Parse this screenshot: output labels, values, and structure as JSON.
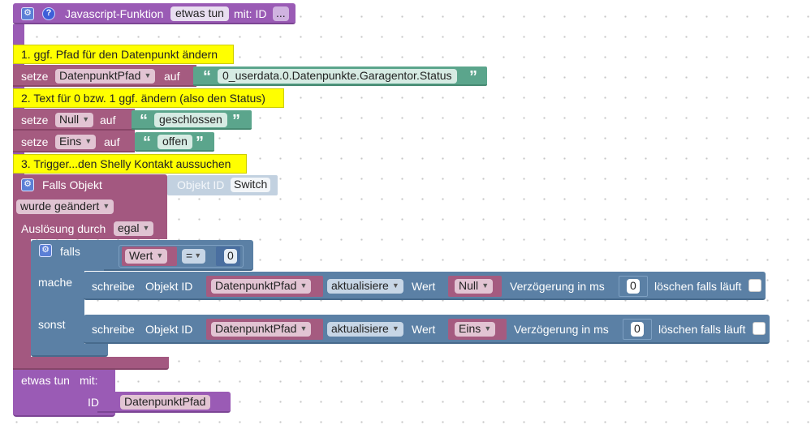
{
  "function_block": {
    "title": "Javascript-Funktion",
    "name": "etwas tun",
    "params_label": "mit: ID",
    "more": "...",
    "footer_label": "etwas tun",
    "footer_with": "mit:",
    "footer_id_label": "ID",
    "footer_id_value": "DatenpunktPfad"
  },
  "comments": [
    "1. ggf. Pfad für den Datenpunkt ändern",
    "2. Text für 0 bzw. 1 ggf. ändern (also den Status)",
    "3. Trigger...den Shelly Kontakt aussuchen"
  ],
  "set_blocks": [
    {
      "keyword": "setze",
      "variable": "DatenpunktPfad",
      "to": "auf",
      "value": "0_userdata.0.Datenpunkte.Garagentor.Status"
    },
    {
      "keyword": "setze",
      "variable": "Null",
      "to": "auf",
      "value": "geschlossen"
    },
    {
      "keyword": "setze",
      "variable": "Eins",
      "to": "auf",
      "value": "offen"
    }
  ],
  "trigger": {
    "title": "Falls Objekt",
    "object_label": "Objekt ID",
    "object_value": "Switch",
    "event": "wurde geändert",
    "trigger_label": "Auslösung durch",
    "trigger_value": "egal"
  },
  "if_block": {
    "if_label": "falls",
    "compare_var": "Wert",
    "operator": "=",
    "compare_value": "0",
    "do_label": "mache",
    "else_label": "sonst"
  },
  "write_blocks": [
    {
      "keyword": "schreibe",
      "object_label": "Objekt ID",
      "object": "DatenpunktPfad",
      "mode": "aktualisiere",
      "value_label": "Wert",
      "value": "Null",
      "delay_label": "Verzögerung in ms",
      "delay": "0",
      "clear_label": "löschen falls läuft"
    },
    {
      "keyword": "schreibe",
      "object_label": "Objekt ID",
      "object": "DatenpunktPfad",
      "mode": "aktualisiere",
      "value_label": "Wert",
      "value": "Eins",
      "delay_label": "Verzögerung in ms",
      "delay": "0",
      "clear_label": "löschen falls läuft"
    }
  ],
  "colors": {
    "function": "#9a5bb5",
    "variable": "#a55b80",
    "text": "#5ba58c",
    "trigger": "#a35880",
    "if": "#5b80a5",
    "write": "#5b80a5",
    "comment": "#ffff00",
    "object_id": "#c2d1e0"
  },
  "icons": {
    "gear": "gear-icon",
    "help": "help-icon",
    "dropdown": "chevron-down-icon"
  }
}
